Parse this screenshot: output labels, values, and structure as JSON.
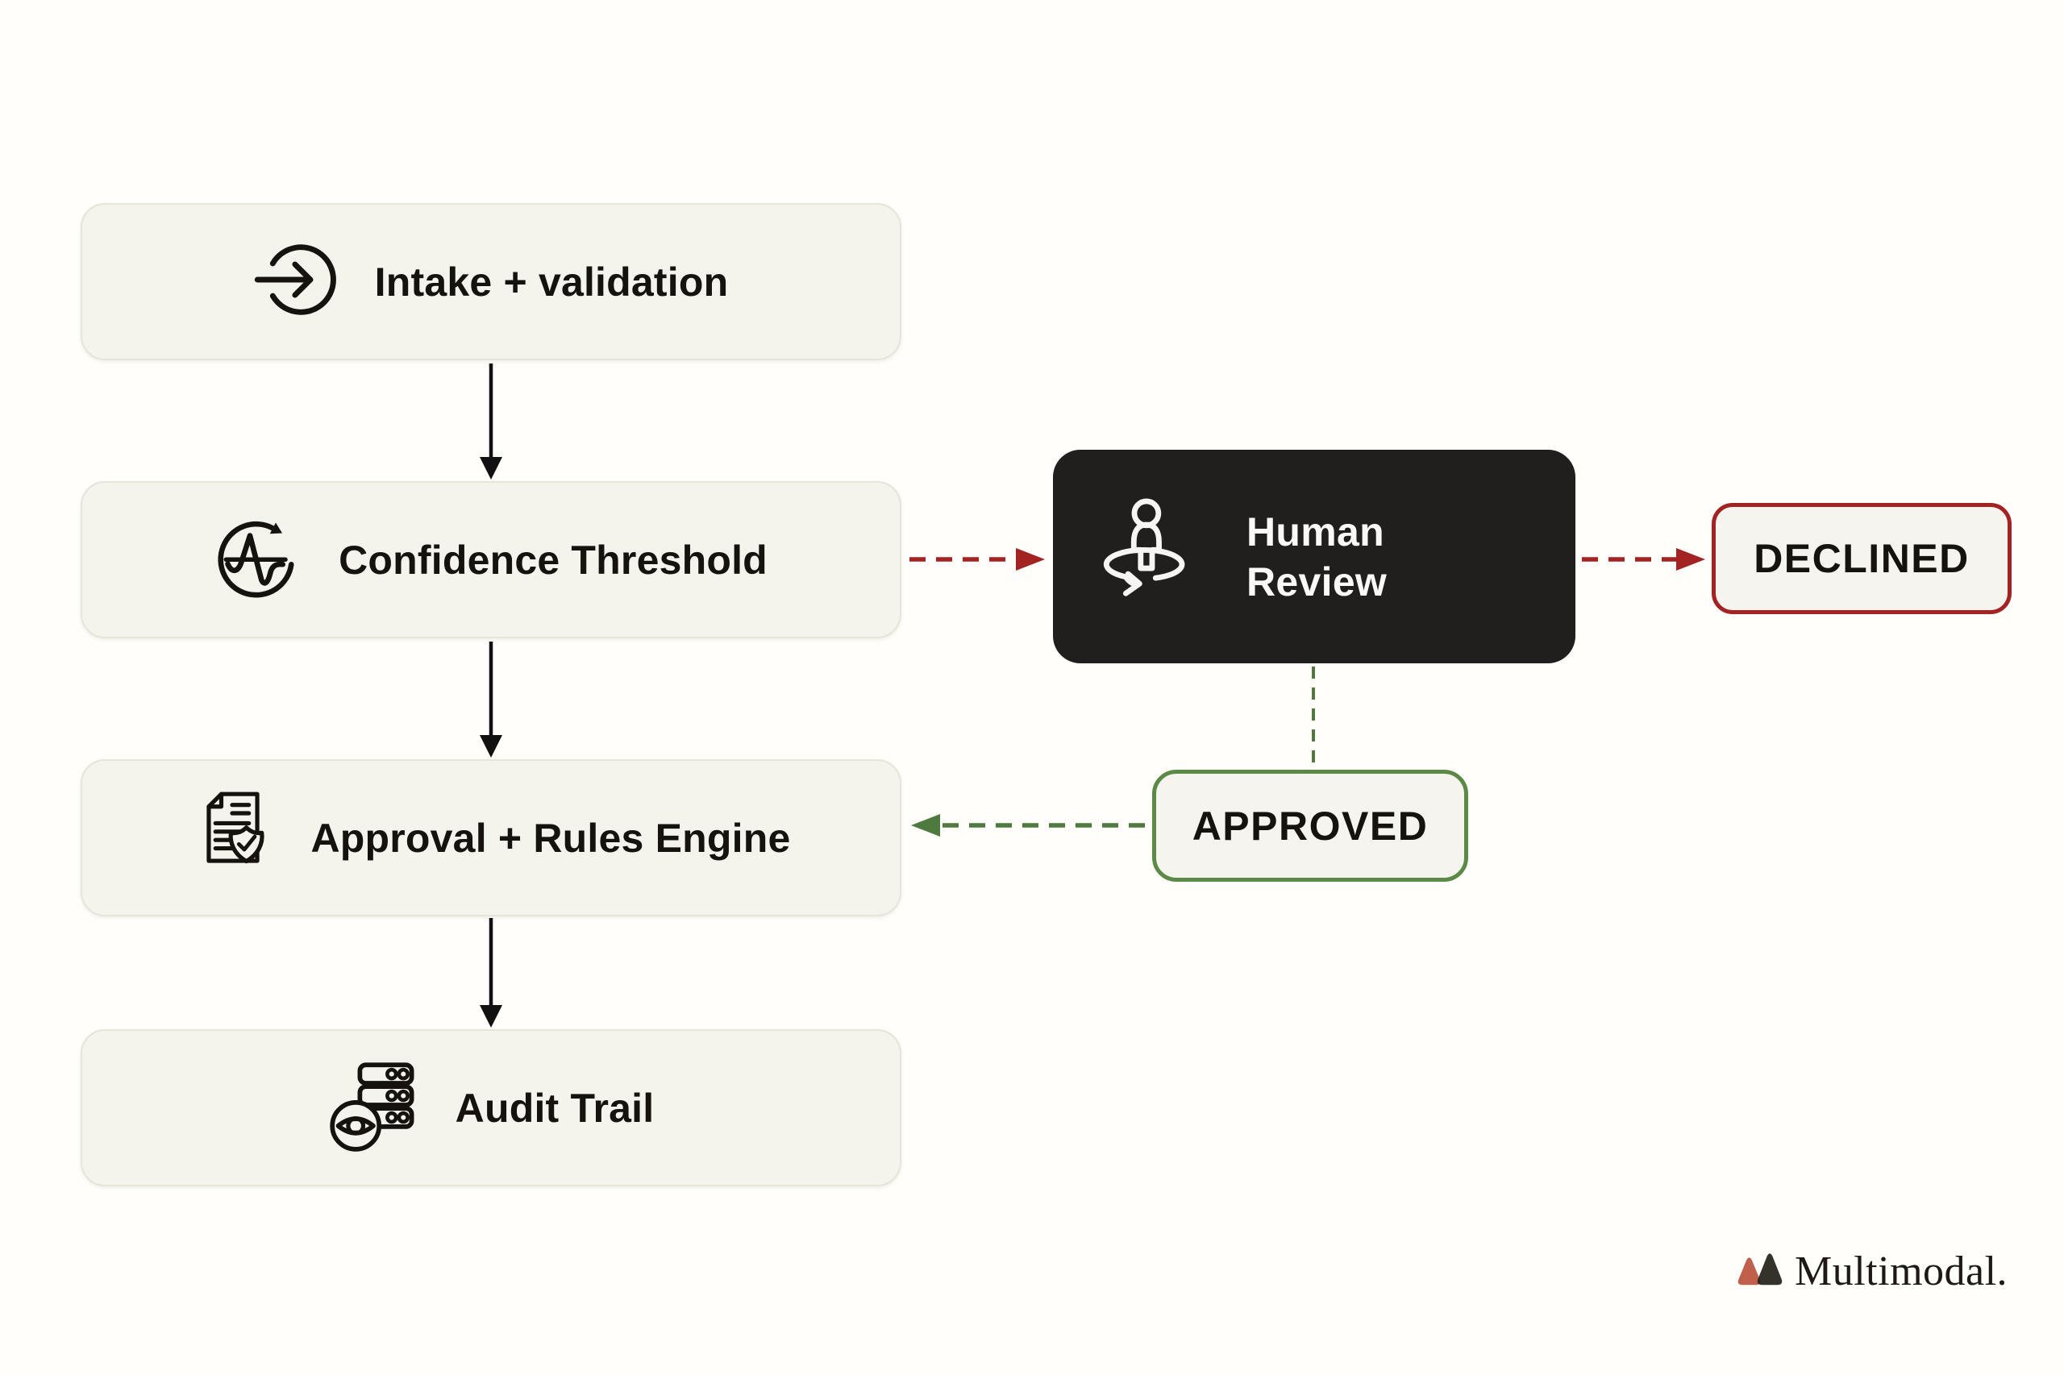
{
  "flow": {
    "nodes": [
      {
        "label": "Intake + validation",
        "icon": "enter-arrow-icon"
      },
      {
        "label": "Confidence Threshold",
        "icon": "waveform-cycle-icon"
      },
      {
        "label": "Approval + Rules Engine",
        "icon": "document-shield-icon"
      },
      {
        "label": "Audit Trail",
        "icon": "server-eye-icon"
      }
    ],
    "human_review": {
      "line1": "Human",
      "line2": "Review",
      "icon": "person-360-icon"
    },
    "outcomes": {
      "declined_label": "DECLINED",
      "approved_label": "APPROVED"
    },
    "edges": [
      {
        "from": "Intake + validation",
        "to": "Confidence Threshold",
        "style": "solid-black"
      },
      {
        "from": "Confidence Threshold",
        "to": "Approval + Rules Engine",
        "style": "solid-black"
      },
      {
        "from": "Approval + Rules Engine",
        "to": "Audit Trail",
        "style": "solid-black"
      },
      {
        "from": "Confidence Threshold",
        "to": "Human Review",
        "style": "dashed-red"
      },
      {
        "from": "Human Review",
        "to": "DECLINED",
        "style": "dashed-red"
      },
      {
        "from": "Human Review",
        "to": "APPROVED",
        "style": "dashed-green"
      },
      {
        "from": "APPROVED",
        "to": "Approval + Rules Engine",
        "style": "dashed-green"
      }
    ]
  },
  "branding": {
    "logo_text": "Multimodal."
  },
  "colors": {
    "page_bg": "#fffefa",
    "node_fill": "#f4f3ec",
    "node_border": "#e7e4da",
    "node_text": "#16130f",
    "review_fill": "#211f1d",
    "review_text": "#faf9f7",
    "declined_red": "#a32222",
    "approved_green": "#5b8a47",
    "green_dash": "#4f7a3f",
    "black_arrow": "#111111",
    "logo_red": "#c05f4c",
    "logo_black": "#242019"
  }
}
